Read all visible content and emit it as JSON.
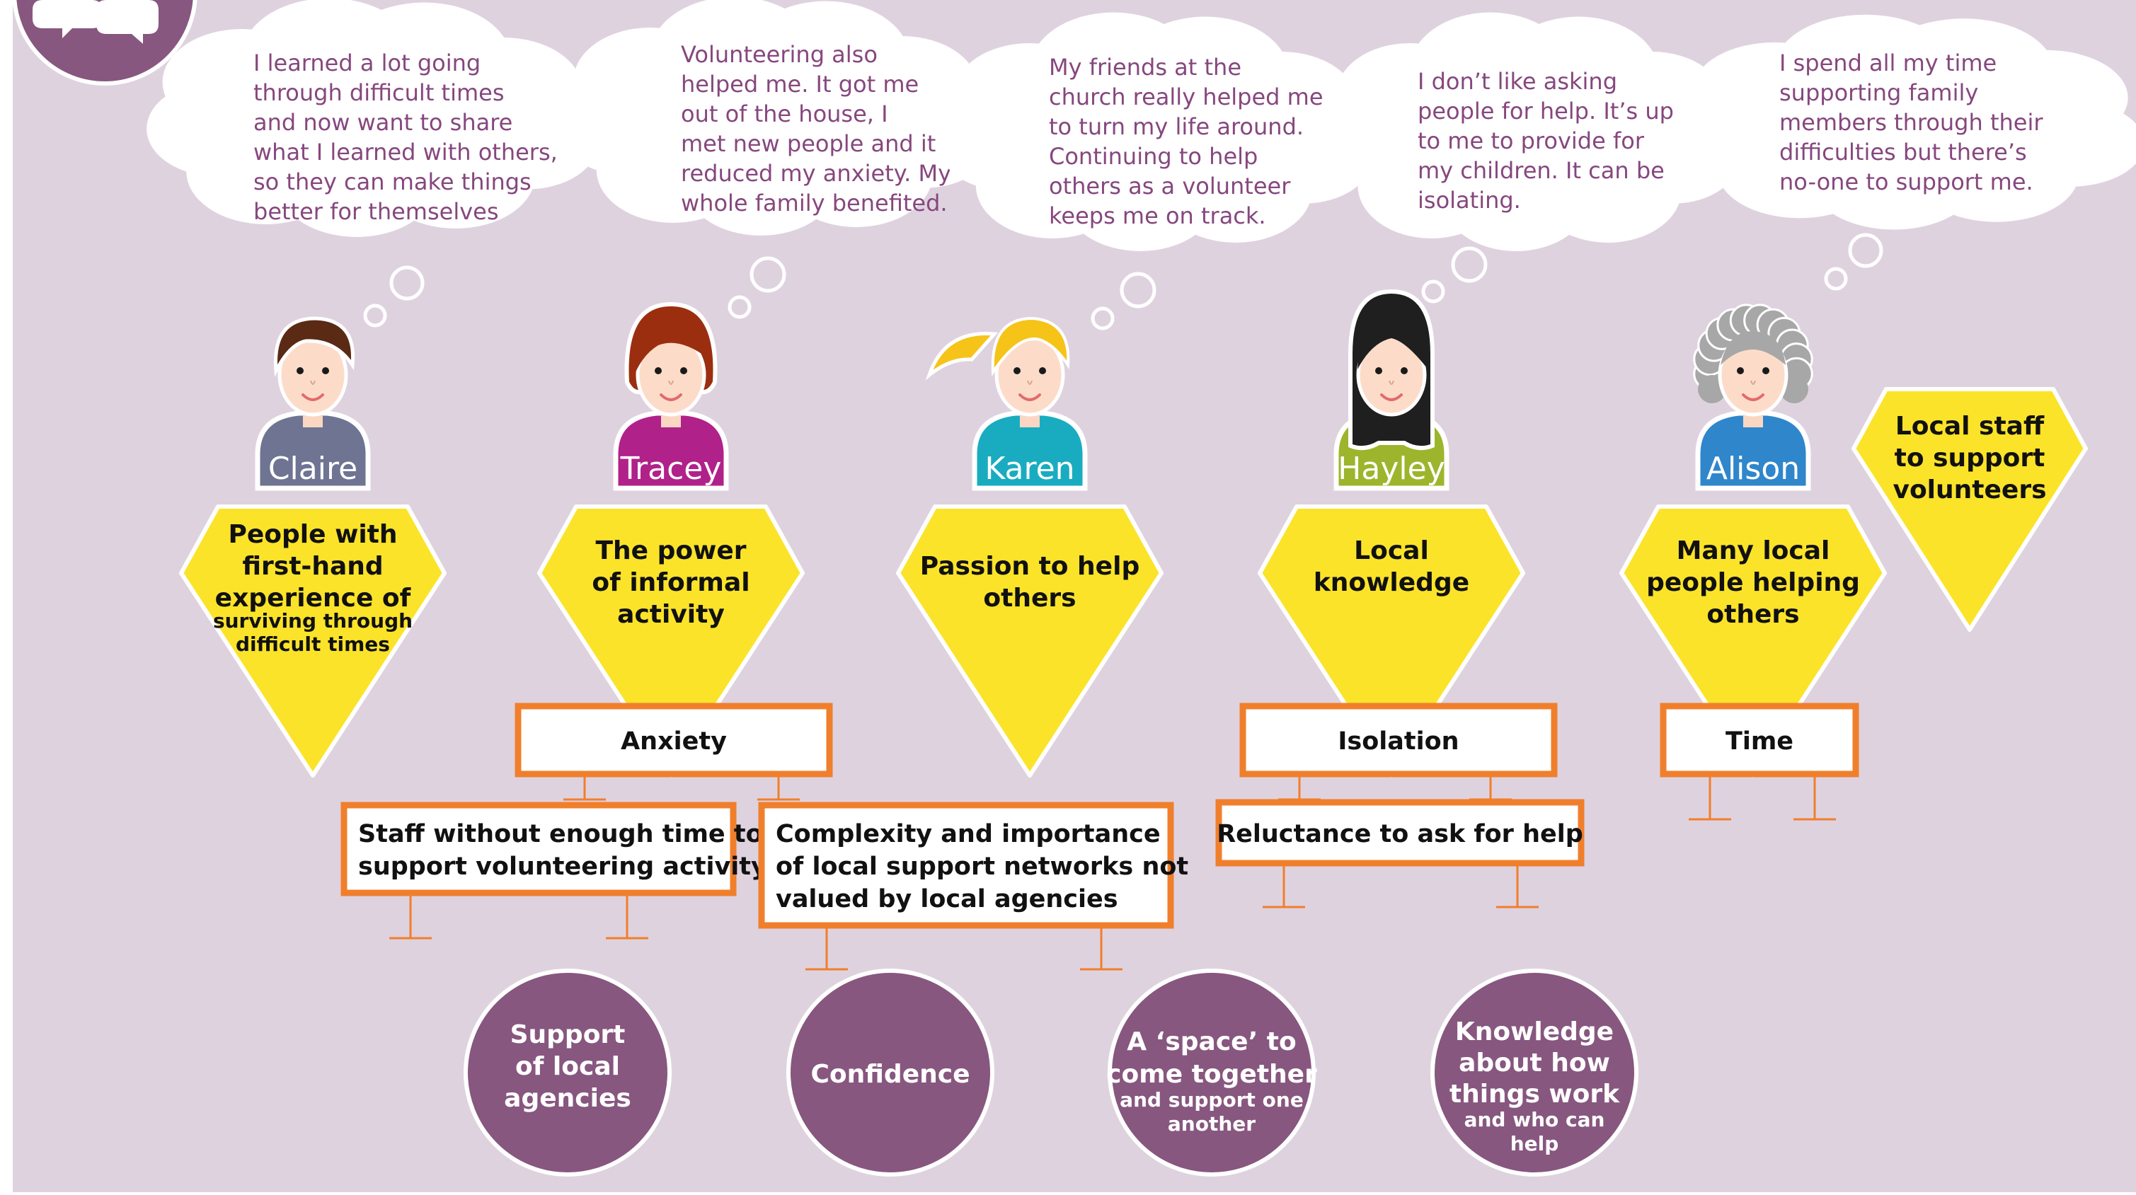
{
  "colors": {
    "background": "#dfd2df",
    "purple": "#87577f",
    "yellow": "#fbe32a",
    "orange": "#f07f2c",
    "thought_text": "#86477e",
    "white": "#ffffff",
    "ink": "#111111"
  },
  "header_icon": "speech-bubbles-icon",
  "people": [
    {
      "name": "Claire",
      "hair": "#5a2a14",
      "hair_style": "short",
      "shirt": "#6e7492",
      "thought": [
        "I learned a lot going",
        "through difficult times",
        "and now want to share",
        "what I learned with others,",
        "so they can make things",
        "better for themselves"
      ]
    },
    {
      "name": "Tracey",
      "hair": "#9b2e0f",
      "hair_style": "bob",
      "shirt": "#b1218a",
      "thought": [
        "Volunteering also",
        "helped me. It got me",
        "out of the house, I",
        "met new people and it",
        "reduced my anxiety. My",
        "whole family benefited."
      ]
    },
    {
      "name": "Karen",
      "hair": "#f6c319",
      "hair_style": "ponytail",
      "shirt": "#19acc0",
      "thought": [
        "My friends at the",
        "church really helped me",
        "to turn my life around.",
        "Continuing to help",
        "others as a volunteer",
        "keeps me on track."
      ]
    },
    {
      "name": "Hayley",
      "hair": "#1f1f1f",
      "hair_style": "long",
      "shirt": "#9cb52c",
      "thought": [
        "I don’t like asking",
        "people for help. It’s up",
        "to me to provide for",
        "my children. It can be",
        "isolating."
      ]
    },
    {
      "name": "Alison",
      "hair": "#a7a7a7",
      "hair_style": "curly",
      "shirt": "#2f86cb",
      "thought": [
        "I spend all my time",
        "supporting family",
        "members through their",
        "difficulties but there’s",
        "no-one to support me."
      ]
    }
  ],
  "gems": [
    {
      "lines": [
        "People with",
        "first-hand",
        "experience of",
        "surviving through",
        "difficult times"
      ]
    },
    {
      "lines": [
        "The power",
        "of informal",
        "activity"
      ]
    },
    {
      "lines": [
        "Passion to help",
        "others"
      ]
    },
    {
      "lines": [
        "Local",
        "knowledge"
      ]
    },
    {
      "lines": [
        "Many local",
        "people helping",
        "others"
      ]
    },
    {
      "lines": [
        "Local staff",
        "to support",
        "volunteers"
      ]
    }
  ],
  "barriers": [
    {
      "lines": [
        "Anxiety"
      ]
    },
    {
      "lines": [
        "Staff without enough time to",
        "support volunteering activity"
      ]
    },
    {
      "lines": [
        "Complexity and importance",
        "of local support networks not",
        "valued by local agencies"
      ]
    },
    {
      "lines": [
        "Isolation"
      ]
    },
    {
      "lines": [
        "Reluctance to ask for help"
      ]
    },
    {
      "lines": [
        "Time"
      ]
    }
  ],
  "needs": [
    {
      "lines": [
        "Support",
        "of local",
        "agencies"
      ]
    },
    {
      "lines": [
        "Confidence"
      ]
    },
    {
      "lines": [
        "A ‘space’ to",
        "come together",
        "and support one",
        "another"
      ]
    },
    {
      "lines": [
        "Knowledge",
        "about how",
        "things work",
        "and who can",
        "help"
      ]
    }
  ]
}
